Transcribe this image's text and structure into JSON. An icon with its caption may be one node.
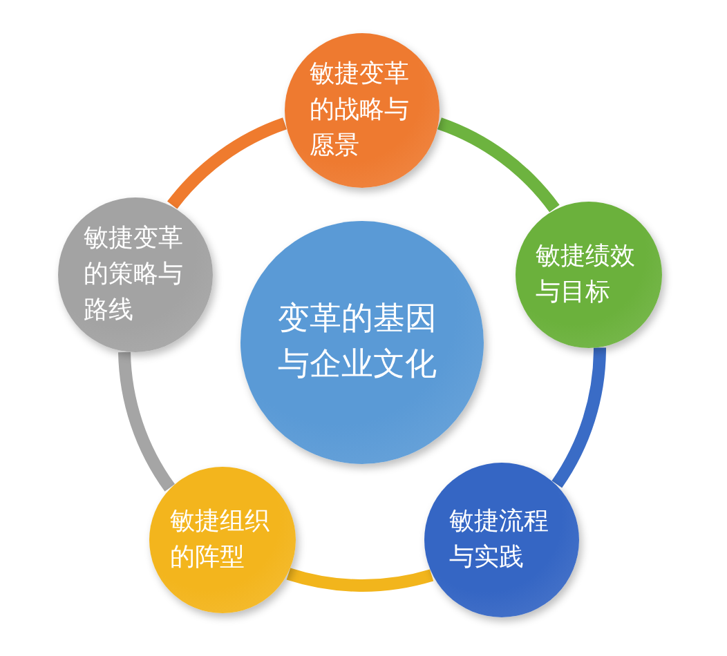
{
  "diagram": {
    "nodes": [
      {
        "text": [
          "敏捷变革的战略与愿景"
        ]
      },
      {
        "text": [
          "敏捷绩效与目标"
        ]
      },
      {
        "text": [
          "敏捷流程与实践"
        ]
      },
      {
        "text": [
          "敏捷组织的阵型"
        ]
      },
      {
        "text": [
          "敏捷变革的策略与路线"
        ]
      },
      {
        "text": [
          "变革的基因与企业文化"
        ]
      }
    ],
    "edges": [
      {
        "from": 0,
        "to": 1,
        "arrow": "none",
        "color": "#6db33f"
      },
      {
        "from": 1,
        "to": 2,
        "arrow": "none",
        "color": "#3a6cc6"
      },
      {
        "from": 2,
        "to": 3,
        "arrow": "none",
        "color": "#f2b51c"
      },
      {
        "from": 3,
        "to": 4,
        "arrow": "none",
        "color": "#a5a5a5"
      },
      {
        "from": 4,
        "to": 0,
        "arrow": "none",
        "color": "#ef7b2e"
      }
    ]
  }
}
